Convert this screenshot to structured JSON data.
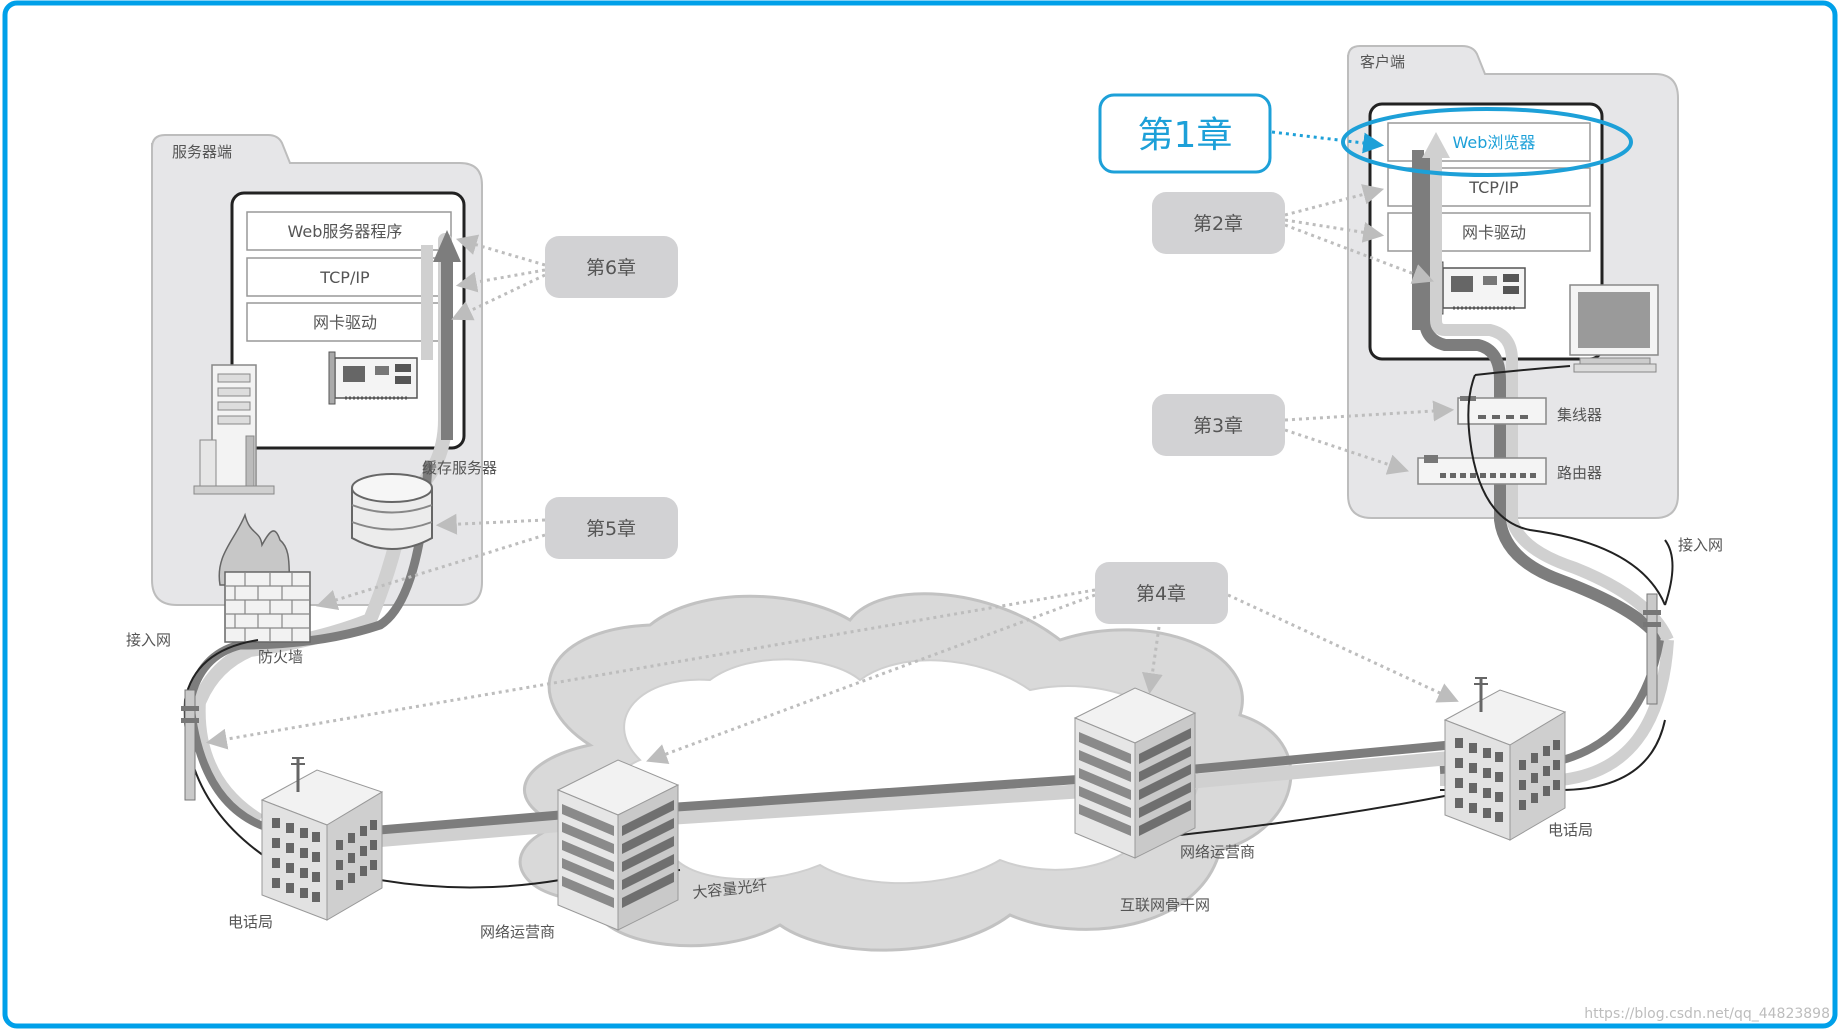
{
  "colors": {
    "frame": "#00a0e9",
    "chapter1_accent": "#1da0d8",
    "panel_fill": "#e6e6e8",
    "chapter_pill": "#d2d2d4",
    "cable_dark": "#7d7d7d",
    "cable_light": "#d0d0d0",
    "dotted_arrow": "#bdbdbd"
  },
  "server": {
    "panel_title": "服务器端",
    "stack": [
      "Web服务器程序",
      "TCP/IP",
      "网卡驱动"
    ],
    "cache_label": "缓存服务器",
    "firewall_label": "防火墙",
    "access_label": "接入网"
  },
  "client": {
    "panel_title": "客户端",
    "stack": [
      "Web浏览器",
      "TCP/IP",
      "网卡驱动"
    ],
    "hub_label": "集线器",
    "router_label": "路由器",
    "access_label": "接入网"
  },
  "chapters": {
    "ch1": "第1章",
    "ch2": "第2章",
    "ch3": "第3章",
    "ch4": "第4章",
    "ch5": "第5章",
    "ch6": "第6章"
  },
  "network": {
    "telco_left": "电话局",
    "telco_right": "电话局",
    "isp_left": "网络运营商",
    "isp_right": "网络运营商",
    "fiber": "大容量光纤",
    "backbone": "互联网骨干网"
  },
  "watermark": "https://blog.csdn.net/qq_44823898",
  "icons": [
    "server-tower-icon",
    "network-card-icon",
    "cache-database-icon",
    "firewall-icon",
    "monitor-icon",
    "hub-icon",
    "router-icon",
    "utility-pole-icon",
    "telephone-office-building-icon",
    "isp-building-icon",
    "internet-cloud-icon"
  ]
}
